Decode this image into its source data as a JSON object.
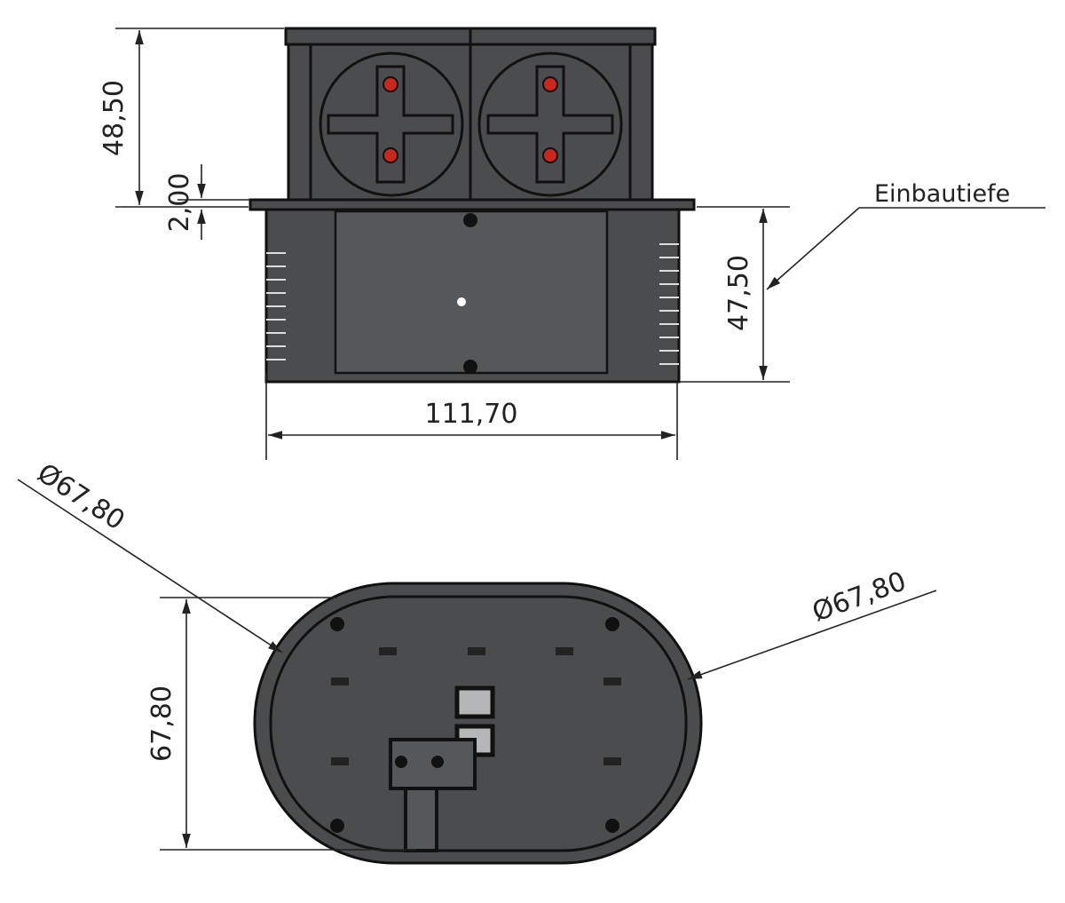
{
  "drawing": {
    "front_view": {
      "dim_lid_height": "48,50",
      "dim_flange": "2,00",
      "dim_install_depth": "47,50",
      "dim_width": "111,70",
      "install_depth_label": "Einbautiefe"
    },
    "bottom_view": {
      "dim_radius_left": "Ø67,80",
      "dim_radius_right": "Ø67,80",
      "dim_height": "67,80"
    },
    "colors": {
      "body": "#4a4c4e",
      "socket_pin": "#c8281e",
      "outline": "#111111"
    }
  }
}
